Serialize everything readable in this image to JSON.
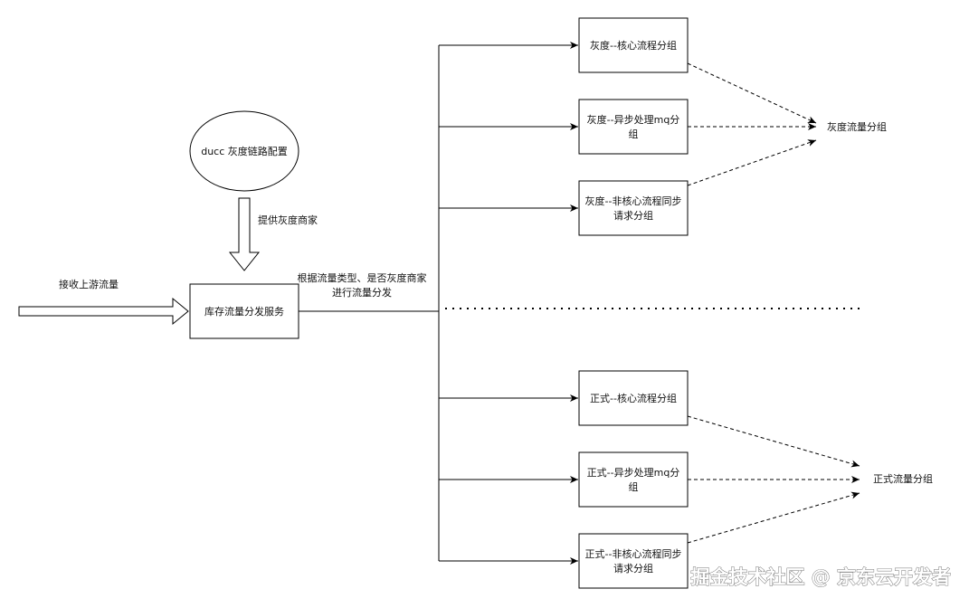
{
  "labels": {
    "ducc": "ducc 灰度链路配置",
    "provide_gray": "提供灰度商家",
    "receive_upstream": "接收上游流量",
    "service": "库存流量分发服务",
    "route_line1": "根据流量类型、是否灰度商家",
    "route_line2": "进行流量分发",
    "gray_core": "灰度--核心流程分组",
    "gray_async_line1": "灰度--异步处理mq分",
    "gray_async_line2": "组",
    "gray_noncore_line1": "灰度--非核心流程同步",
    "gray_noncore_line2": "请求分组",
    "gray_group": "灰度流量分组",
    "prod_core": "正式--核心流程分组",
    "prod_async_line1": "正式--异步处理mq分",
    "prod_async_line2": "组",
    "prod_noncore_line1": "正式--非核心流程同步",
    "prod_noncore_line2": "请求分组",
    "prod_group": "正式流量分组"
  },
  "watermark": "掘金技术社区 @ 京东云开发者",
  "colors": {
    "stroke": "#000000",
    "background": "#ffffff"
  }
}
